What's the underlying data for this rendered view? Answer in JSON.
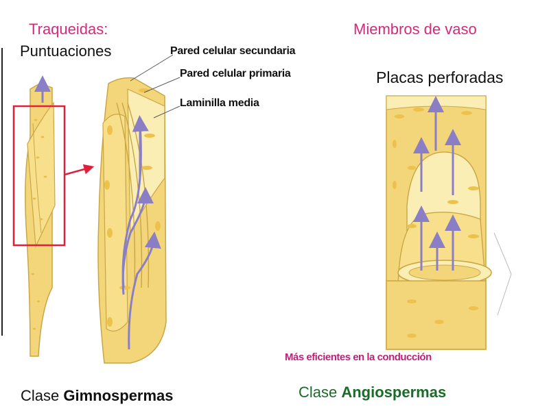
{
  "titles": {
    "traqueidas": "Traqueidas:",
    "miembros_vaso": "Miembros de vaso"
  },
  "labels": {
    "puntuaciones": "Puntuaciones",
    "pared_secundaria": "Pared celular secundaria",
    "pared_primaria": "Pared celular primaria",
    "laminilla_media": "Laminilla media",
    "placas_perforadas": "Placas perforadas",
    "mas_eficientes": "Más eficientes en la conducción"
  },
  "footer": {
    "clase_word_left": "Clase ",
    "clase_name_left": "Gimnospermas",
    "clase_word_right": "Clase ",
    "clase_name_right": "Angiospermas"
  },
  "colors": {
    "title_pink": "#d6287a",
    "efficiency_magenta": "#c0207a",
    "angio_green": "#1a6b28",
    "cell_fill": "#f3d679",
    "cell_light": "#fbeeb4",
    "cell_stroke": "#c9a645",
    "pit_fill": "#ecc24c",
    "flow_arrow": "#8a7fc4",
    "highlight_box": "#e0203a"
  }
}
